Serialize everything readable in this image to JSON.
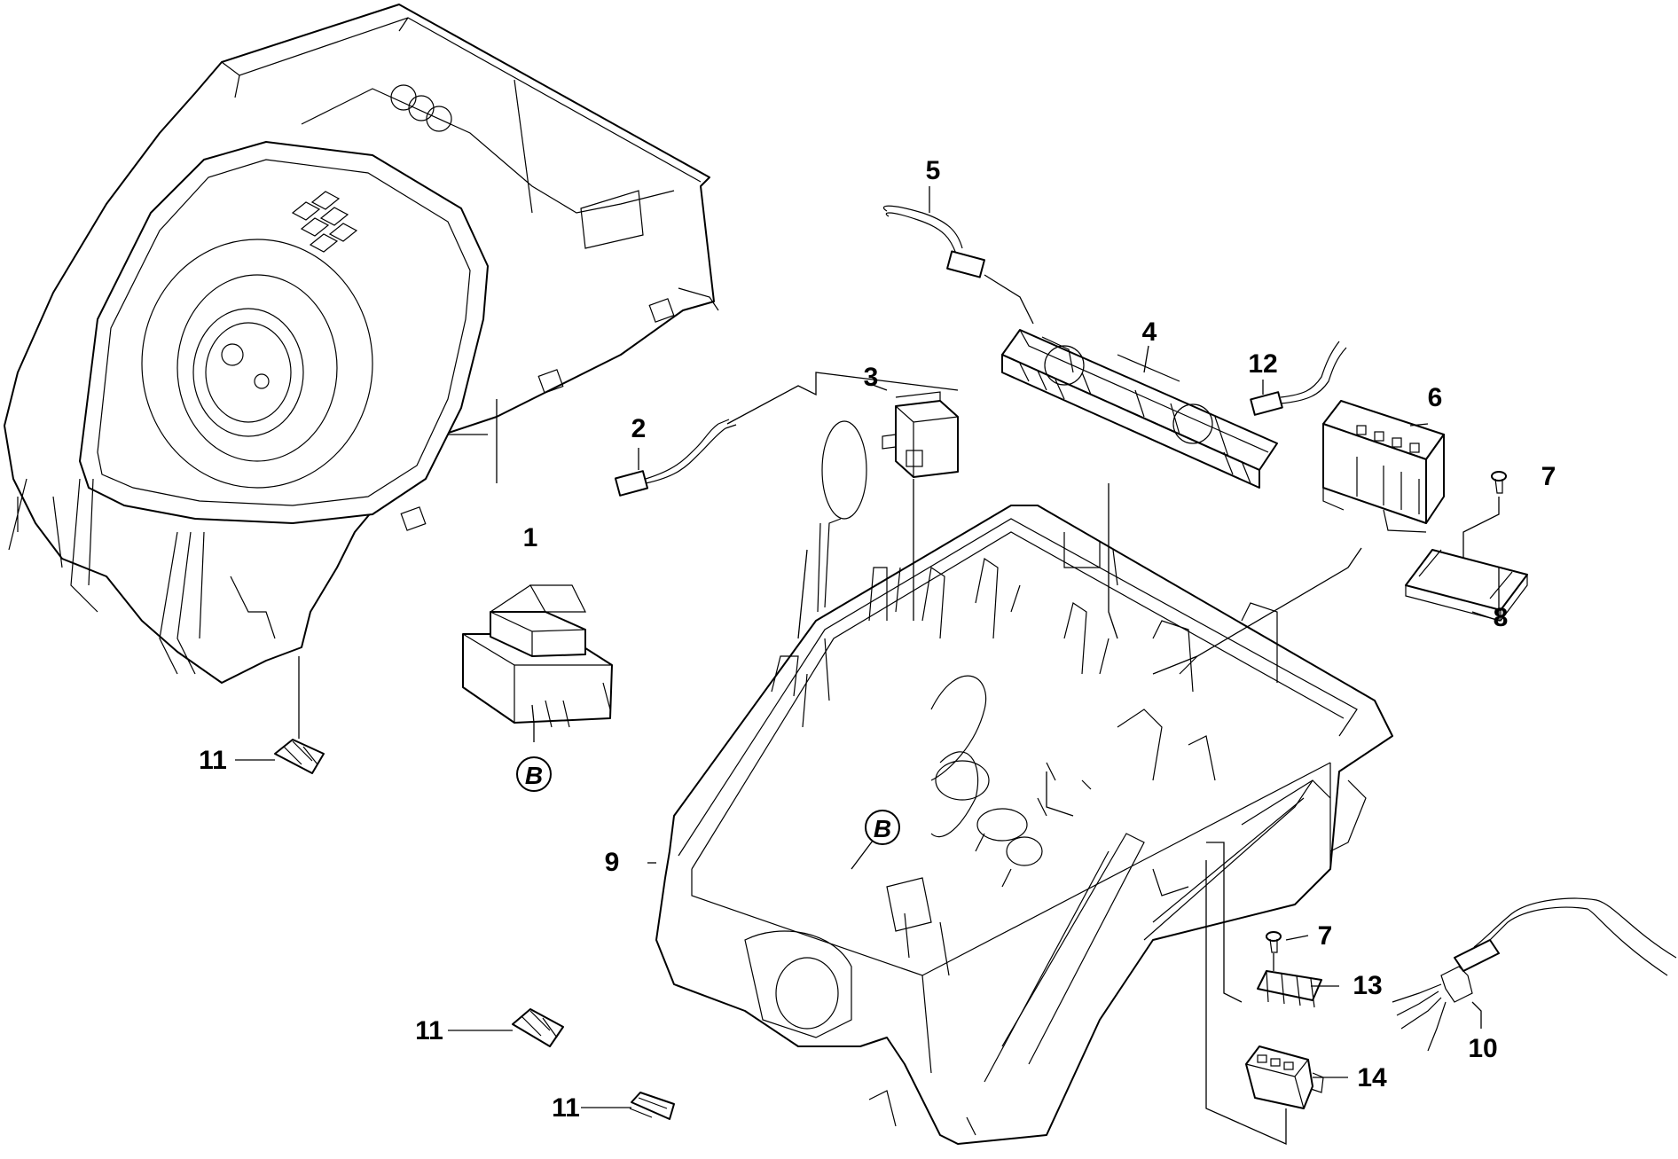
{
  "callouts": {
    "c1": "1",
    "c2": "2",
    "c3": "3",
    "c4": "4",
    "c5": "5",
    "c6": "6",
    "c7a": "7",
    "c7b": "7",
    "c8": "8",
    "c9": "9",
    "c10": "10",
    "c11a": "11",
    "c11b": "11",
    "c11c": "11",
    "c12": "12",
    "c13": "13",
    "c14": "14"
  },
  "reference_badges": {
    "b_transformer": "B",
    "b_housing": "B"
  }
}
